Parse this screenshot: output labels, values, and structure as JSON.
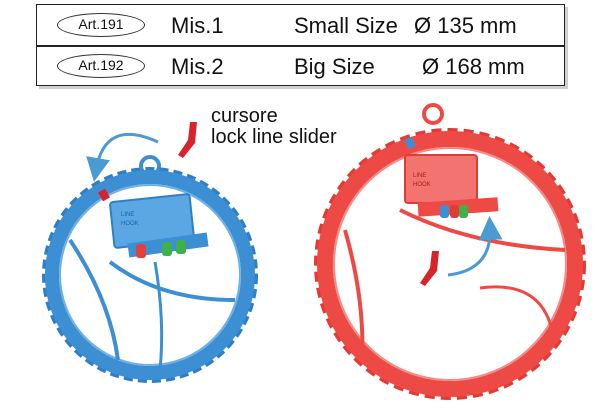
{
  "spec_table": {
    "rows": [
      {
        "article": "Art.191",
        "model": "Mis.1",
        "size": "Small Size",
        "diameter": "Ø 135 mm"
      },
      {
        "article": "Art.192",
        "model": "Mis.2",
        "size": "Big Size",
        "diameter": "Ø 168 mm"
      }
    ]
  },
  "caption": {
    "line1": "cursore",
    "line2": "lock line slider"
  },
  "products": {
    "small": {
      "label_line1": "LINE",
      "label_line2": "HOOK",
      "color": "#3c8fd3"
    },
    "big": {
      "label_line1": "LINE",
      "label_line2": "HOOK",
      "color": "#ee4a45"
    }
  },
  "colors": {
    "arrow": "#4a9bd1",
    "slider": "#d8232a"
  }
}
